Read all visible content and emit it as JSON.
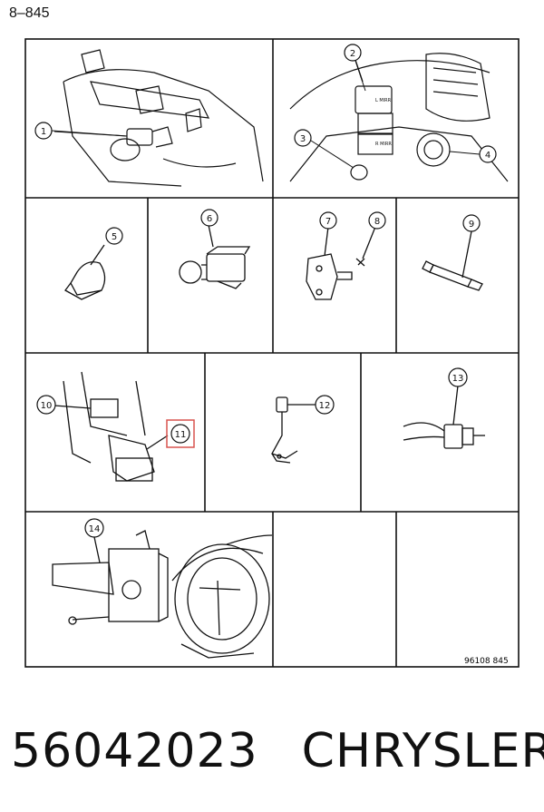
{
  "page_reference": "8–845",
  "figure_code": "96108 845",
  "callouts": [
    "1",
    "2",
    "3",
    "4",
    "5",
    "6",
    "7",
    "8",
    "9",
    "10",
    "11",
    "12",
    "13",
    "14"
  ],
  "highlighted_callout": "11",
  "highlight_color": "#d9534f",
  "panel_labels_top": {
    "p2": "L MIRR",
    "p2b": "R MIRR"
  },
  "footer": {
    "part_number": "56042023",
    "brand": "CHRYSLER"
  }
}
